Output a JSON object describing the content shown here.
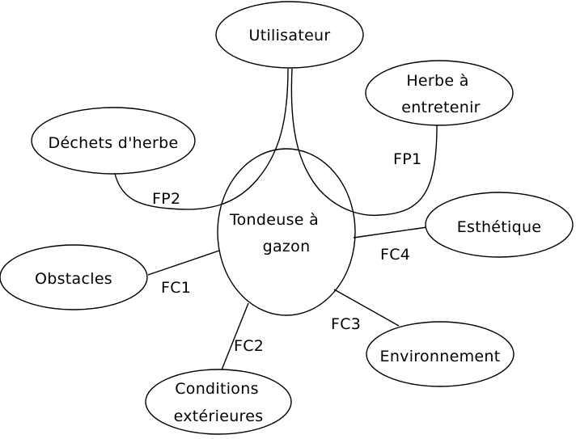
{
  "diagram": {
    "center": {
      "line1": "Tondeuse à",
      "line2": "gazon"
    },
    "nodes": {
      "utilisateur": "Utilisateur",
      "herbe": {
        "line1": "Herbe à",
        "line2": "entretenir"
      },
      "dechets": "Déchets d'herbe",
      "esthetique": "Esthétique",
      "obstacles": "Obstacles",
      "environnement": "Environnement",
      "conditions": {
        "line1": "Conditions",
        "line2": "extérieures"
      }
    },
    "functions": {
      "fp1": "FP1",
      "fp2": "FP2",
      "fc1": "FC1",
      "fc2": "FC2",
      "fc3": "FC3",
      "fc4": "FC4"
    }
  }
}
